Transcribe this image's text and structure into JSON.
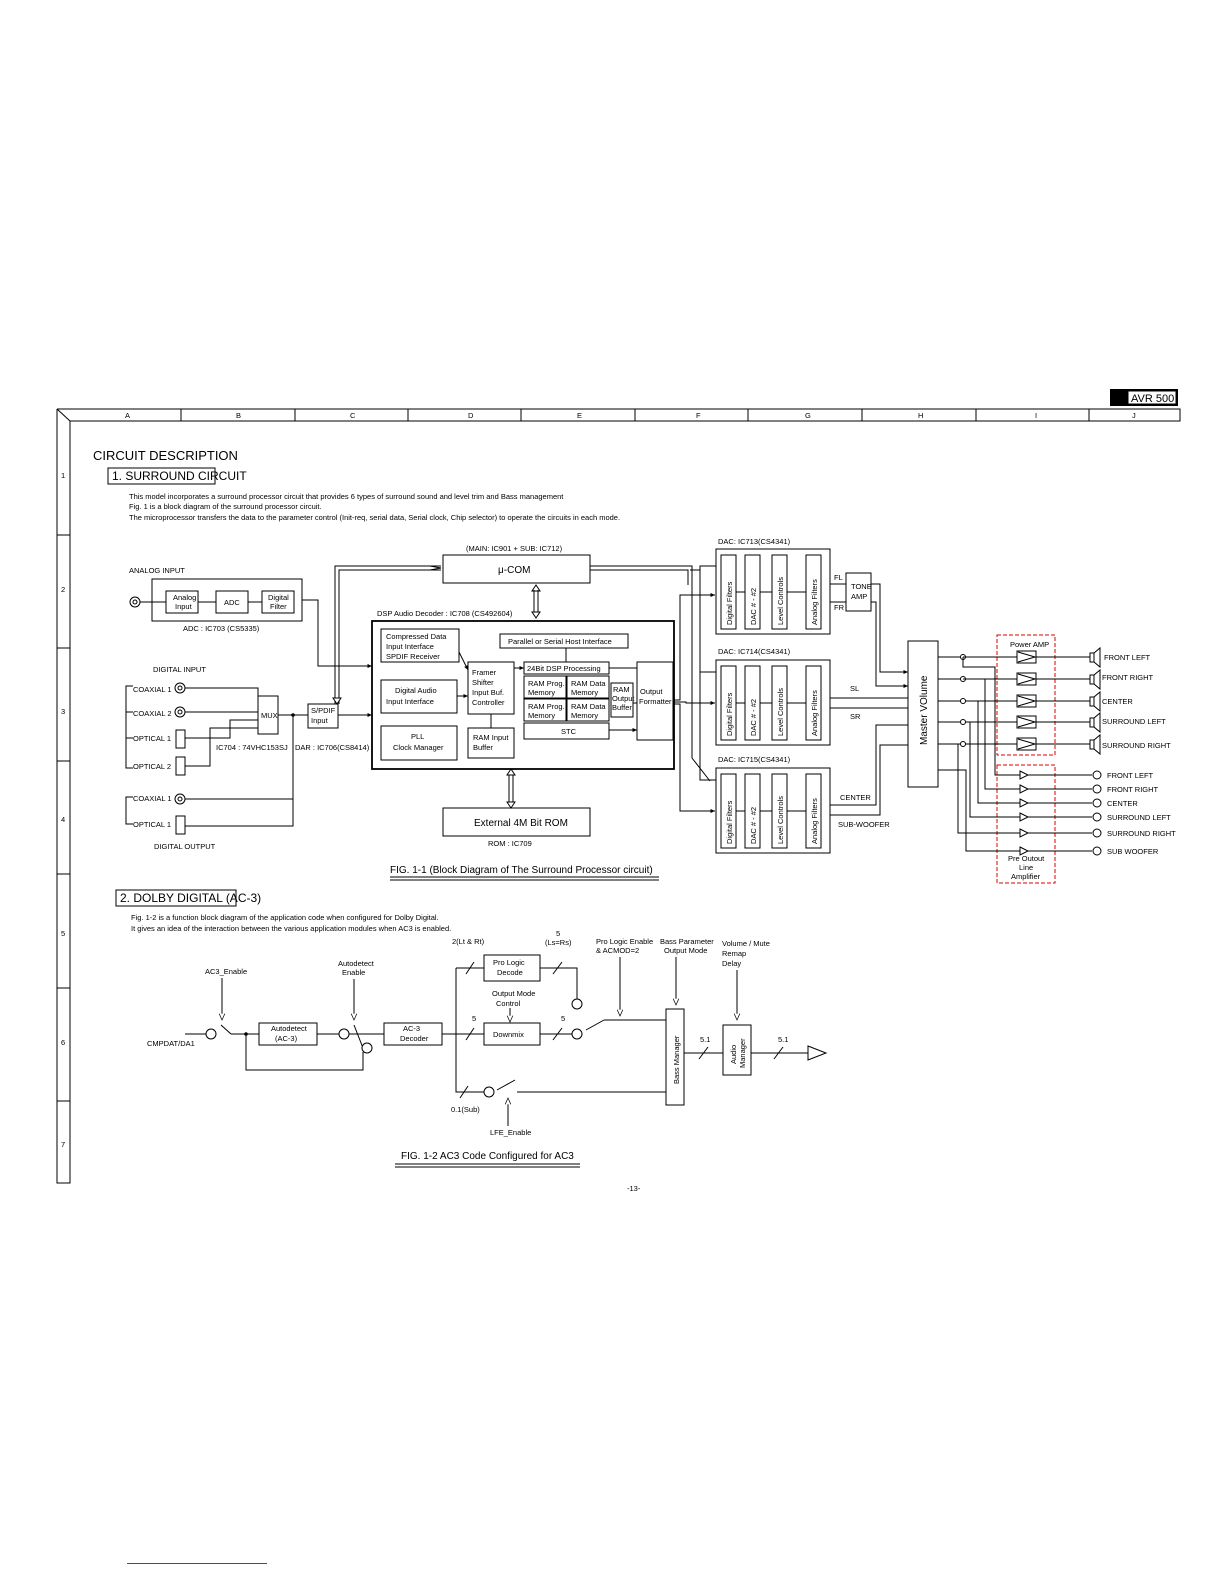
{
  "model_badge": "AVR 500",
  "grid": {
    "columns": [
      "A",
      "B",
      "C",
      "D",
      "E",
      "F",
      "G",
      "H",
      "I",
      "J"
    ],
    "rows": [
      "1",
      "2",
      "3",
      "4",
      "5",
      "6",
      "7"
    ]
  },
  "section_title": "CIRCUIT DESCRIPTION",
  "s1": {
    "heading": "1. SURROUND CIRCUIT",
    "para": [
      "This model incorporates a surround processor circuit that provides 6 types of surround sound and level trim and Bass management",
      "Fig. 1 is a block diagram of the surround processor circuit.",
      "The microprocessor transfers the data to the parameter control (Init-req, serial data, Serial clock, Chip selector) to operate the circuits in each mode."
    ]
  },
  "fig1": {
    "analog_input": "ANALOG INPUT",
    "analog_input_block": [
      "Analog",
      "Input"
    ],
    "adc": "ADC",
    "digital_filter": [
      "Digital",
      "Filter"
    ],
    "adc_ic": "ADC : IC703 (CS5335)",
    "digital_input": "DIGITAL INPUT",
    "coaxial1": "COAXIAL 1",
    "coaxial2": "COAXIAL 2",
    "optical1": "OPTICAL 1",
    "optical2": "OPTICAL 2",
    "mux": "MUX",
    "spdif": [
      "S/PDIF",
      "Input"
    ],
    "mux_ic": "IC704 : 74VHC153SJ",
    "dar_ic": "DAR : IC706(CS8414)",
    "digital_output": "DIGITAL OUTPUT",
    "coaxial": "COAXIAL 1",
    "optical": "OPTICAL 1",
    "ucom_ic": "(MAIN: IC901 + SUB: IC712)",
    "ucom": "μ-COM",
    "dsp_title": "DSP Audio Decoder : IC708 (CS492604)",
    "compressed": [
      "Compressed Data",
      "Input Interface",
      "SPDIF Receiver"
    ],
    "host_if": "Parallel or Serial Host Interface",
    "framer": [
      "Framer",
      "Shifter",
      "Input Buf.",
      "Controller"
    ],
    "dsp_proc": "24Bit DSP Processing",
    "ram_prog1": [
      "RAM Prog.",
      "Memory"
    ],
    "ram_data1": [
      "RAM Data",
      "Memory"
    ],
    "ram_prog2": [
      "RAM Prog.",
      "Memory"
    ],
    "ram_data2": [
      "RAM Data",
      "Memory"
    ],
    "ram_out": [
      "RAM",
      "Output",
      "Buffer"
    ],
    "output_fmt": [
      "Output",
      "Formatter"
    ],
    "digital_audio": [
      "Digital Audio",
      "Input Interface"
    ],
    "pll": [
      "PLL",
      "Clock Manager"
    ],
    "ram_in": [
      "RAM Input",
      "Buffer"
    ],
    "stc": "STC",
    "rom": "External 4M Bit ROM",
    "rom_ic": "ROM : IC709",
    "dac1": "DAC: IC713(CS4341)",
    "dac2": "DAC: IC714(CS4341)",
    "dac3": "DAC: IC715(CS4341)",
    "dac_cols": [
      "Digital Filters",
      "DAC # - #2",
      "Level Controls",
      "Analog Filters"
    ],
    "fl": "FL",
    "fr": "FR",
    "sl": "SL",
    "sr": "SR",
    "center": "CENTER",
    "subwoofer": "SUB-WOOFER",
    "tone_amp": [
      "TONE",
      "AMP"
    ],
    "master_volume": "Master VOlume",
    "power_amp": "Power AMP",
    "speakers": [
      "FRONT LEFT",
      "FRONT RIGHT",
      "CENTER",
      "SURROUND LEFT",
      "SURROUND RIGHT"
    ],
    "preouts": [
      "FRONT LEFT",
      "FRONT RIGHT",
      "CENTER",
      "SURROUND LEFT",
      "SURROUND RIGHT",
      "SUB WOOFER"
    ],
    "pre_out_amp": [
      "Pre Outout",
      "Line",
      "Amplifier"
    ],
    "caption": "FIG. 1-1 (Block Diagram of The Surround Processor circuit)"
  },
  "s2": {
    "heading": "2. DOLBY DIGITAL (AC-3)",
    "para": [
      "Fig. 1-2 is a function block diagram of the application code when configured for Dolby Digital.",
      "It gives an idea of the interaction between the various application modules when AC3 is enabled."
    ]
  },
  "fig2": {
    "ac3_enable": "AC3_Enable",
    "autodetect_enable": [
      "Autodetect",
      "Enable"
    ],
    "cmpdat": "CMPDAT/DA1",
    "autodetect": [
      "Autodetect",
      "(AC-3)"
    ],
    "decoder": [
      "AC-3",
      "Decoder"
    ],
    "lt_rt": "2(Lt & Rt)",
    "pro_logic": [
      "Pro Logic",
      "Decode"
    ],
    "ls_rs": [
      "5",
      "(Ls=Rs)"
    ],
    "output_mode": [
      "Output Mode",
      "Control"
    ],
    "five_a": "5",
    "downmix": "Downmix",
    "five_b": "5",
    "sub": "0.1(Sub)",
    "lfe": "LFE_Enable",
    "pl_enable": [
      "Pro Logic Enable",
      "& ACMOD=2"
    ],
    "bass_param": [
      "Bass Parameter",
      "Output Mode"
    ],
    "vol_mute": [
      "Volume / Mute",
      "Remap",
      "Delay"
    ],
    "bass_manager": "Bass Manager",
    "audio_manager": [
      "Audio",
      "Manager"
    ],
    "out1": "5.1",
    "out2": "5.1",
    "caption": "FIG. 1-2 AC3 Code Configured for AC3"
  },
  "page_number": "-13-",
  "colors": {
    "ink": "#000000",
    "dash_box": "#dd0000",
    "link_rule": "#1a4fd0"
  }
}
